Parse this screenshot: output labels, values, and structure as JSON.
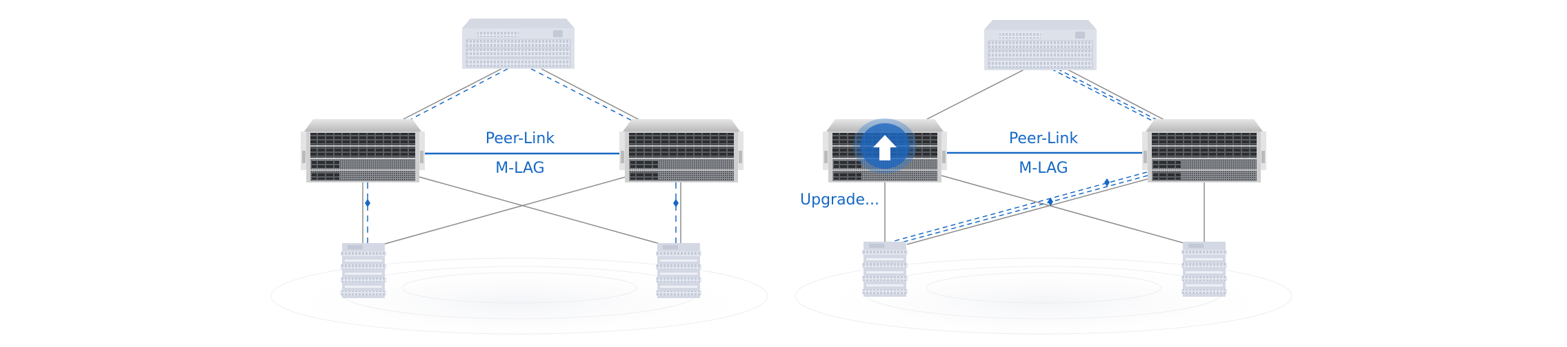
{
  "panels": [
    {
      "peer_link_label": "Peer-Link",
      "mlag_label": "M-LAG"
    },
    {
      "peer_link_label": "Peer-Link",
      "mlag_label": "M-LAG",
      "status_label": "Upgrade..."
    }
  ],
  "colors": {
    "accent": "#1668c4",
    "link_gray": "#8a8a8a",
    "device_light": "#d3d8e4",
    "device_dark": "#9a9ea6"
  }
}
